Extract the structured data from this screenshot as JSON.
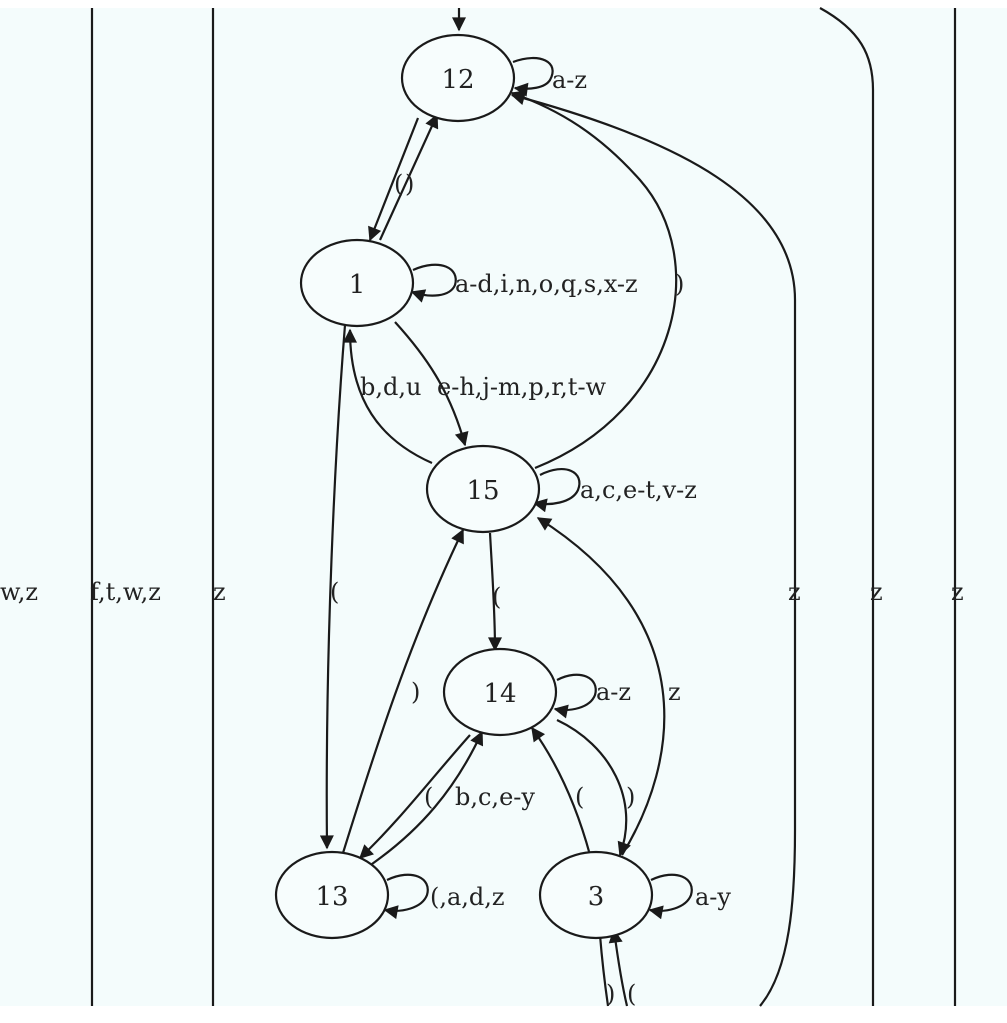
{
  "colors": {
    "background": "#f4fcfc",
    "stroke": "#1a1a1a",
    "text": "#222222"
  },
  "nodes": [
    {
      "id": "n12",
      "label": "12"
    },
    {
      "id": "n1",
      "label": "1"
    },
    {
      "id": "n15",
      "label": "15"
    },
    {
      "id": "n14",
      "label": "14"
    },
    {
      "id": "n13",
      "label": "13"
    },
    {
      "id": "n3",
      "label": "3"
    }
  ],
  "edge_labels": {
    "loop_12": "a-z",
    "e12_1_a": "(",
    "e12_1_b": ")",
    "loop_1": "a-d,i,n,o,q,s,x-z",
    "e1_15": "e-h,j-m,p,r,t-w",
    "e15_1": "b,d,u",
    "e15_12": ")",
    "loop_15": "a,c,e-t,v-z",
    "e1_13": "(",
    "e15_14": "(",
    "e13_15": ")",
    "loop_14": "a-z",
    "e3_15": "z",
    "e13_14": "(",
    "e14_13": "b,c,e-y",
    "e3_14": "(",
    "e14_3": ")",
    "loop_13": "(,a,d,z",
    "loop_3": "a-y",
    "e3_bottom_a": ")",
    "e3_bottom_b": "(",
    "side_1": "w,z",
    "side_2": "f,t,w,z",
    "side_3": "z",
    "side_4": "z",
    "side_5": "z",
    "side_6": "z"
  }
}
